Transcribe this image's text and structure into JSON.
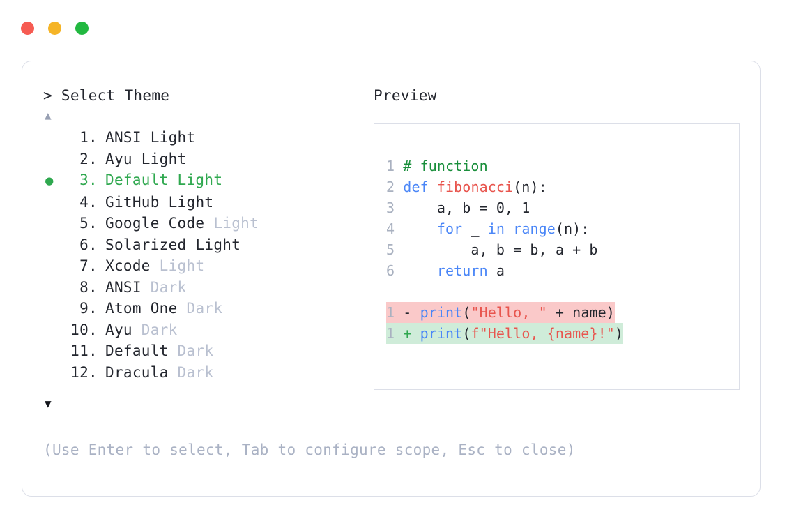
{
  "window": {
    "dots": [
      {
        "name": "close",
        "color": "#f65b52"
      },
      {
        "name": "minimize",
        "color": "#f5b427"
      },
      {
        "name": "maximize",
        "color": "#22b840"
      }
    ]
  },
  "left": {
    "prompt": "> Select Theme",
    "scroll_up_glyph": "▲",
    "scroll_down_glyph": "▼",
    "selected_bullet": "●",
    "selected_index": 3,
    "accent_color": "#2fa84f",
    "dim_color": "#b9c0d0",
    "items": [
      {
        "index": "1.",
        "base": "ANSI",
        "variant": "Light",
        "variant_dim": false,
        "selected": false
      },
      {
        "index": "2.",
        "base": "Ayu",
        "variant": "Light",
        "variant_dim": false,
        "selected": false
      },
      {
        "index": "3.",
        "base": "Default",
        "variant": "Light",
        "variant_dim": false,
        "selected": true
      },
      {
        "index": "4.",
        "base": "GitHub",
        "variant": "Light",
        "variant_dim": false,
        "selected": false
      },
      {
        "index": "5.",
        "base": "Google Code",
        "variant": "Light",
        "variant_dim": true,
        "selected": false
      },
      {
        "index": "6.",
        "base": "Solarized",
        "variant": "Light",
        "variant_dim": false,
        "selected": false
      },
      {
        "index": "7.",
        "base": "Xcode",
        "variant": "Light",
        "variant_dim": true,
        "selected": false
      },
      {
        "index": "8.",
        "base": "ANSI",
        "variant": "Dark",
        "variant_dim": true,
        "selected": false
      },
      {
        "index": "9.",
        "base": "Atom One",
        "variant": "Dark",
        "variant_dim": true,
        "selected": false
      },
      {
        "index": "10.",
        "base": "Ayu",
        "variant": "Dark",
        "variant_dim": true,
        "selected": false
      },
      {
        "index": "11.",
        "base": "Default",
        "variant": "Dark",
        "variant_dim": true,
        "selected": false
      },
      {
        "index": "12.",
        "base": "Dracula",
        "variant": "Dark",
        "variant_dim": true,
        "selected": false
      }
    ],
    "hint": "(Use Enter to select, Tab to configure scope, Esc to close)"
  },
  "right": {
    "label": "Preview",
    "code": {
      "lines": [
        {
          "no": "1",
          "tokens": [
            {
              "t": "# function",
              "c": "comment"
            }
          ]
        },
        {
          "no": "2",
          "tokens": [
            {
              "t": "def ",
              "c": "kw"
            },
            {
              "t": "fibonacci",
              "c": "fn"
            },
            {
              "t": "(n):",
              "c": "plain"
            }
          ]
        },
        {
          "no": "3",
          "tokens": [
            {
              "t": "    a, b = 0, 1",
              "c": "plain"
            }
          ]
        },
        {
          "no": "4",
          "tokens": [
            {
              "t": "    ",
              "c": "plain"
            },
            {
              "t": "for",
              "c": "kw"
            },
            {
              "t": " _ ",
              "c": "plain"
            },
            {
              "t": "in range",
              "c": "kw"
            },
            {
              "t": "(n):",
              "c": "plain"
            }
          ]
        },
        {
          "no": "5",
          "tokens": [
            {
              "t": "        a, b = b, a + b",
              "c": "plain"
            }
          ]
        },
        {
          "no": "6",
          "tokens": [
            {
              "t": "    ",
              "c": "plain"
            },
            {
              "t": "return",
              "c": "kw"
            },
            {
              "t": " a",
              "c": "plain"
            }
          ]
        }
      ],
      "diff": [
        {
          "no": "1",
          "marker": "-",
          "kind": "del",
          "bg": "#fac9c9",
          "tokens": [
            {
              "t": "print",
              "c": "kw"
            },
            {
              "t": "(",
              "c": "plain"
            },
            {
              "t": "\"Hello, \"",
              "c": "str"
            },
            {
              "t": " + name)",
              "c": "plain"
            }
          ]
        },
        {
          "no": "1",
          "marker": "+",
          "kind": "add",
          "bg": "#cfecd9",
          "tokens": [
            {
              "t": "print",
              "c": "kw"
            },
            {
              "t": "(",
              "c": "plain"
            },
            {
              "t": "f\"Hello, {name}!\"",
              "c": "str"
            },
            {
              "t": ")",
              "c": "plain"
            }
          ]
        }
      ]
    }
  }
}
